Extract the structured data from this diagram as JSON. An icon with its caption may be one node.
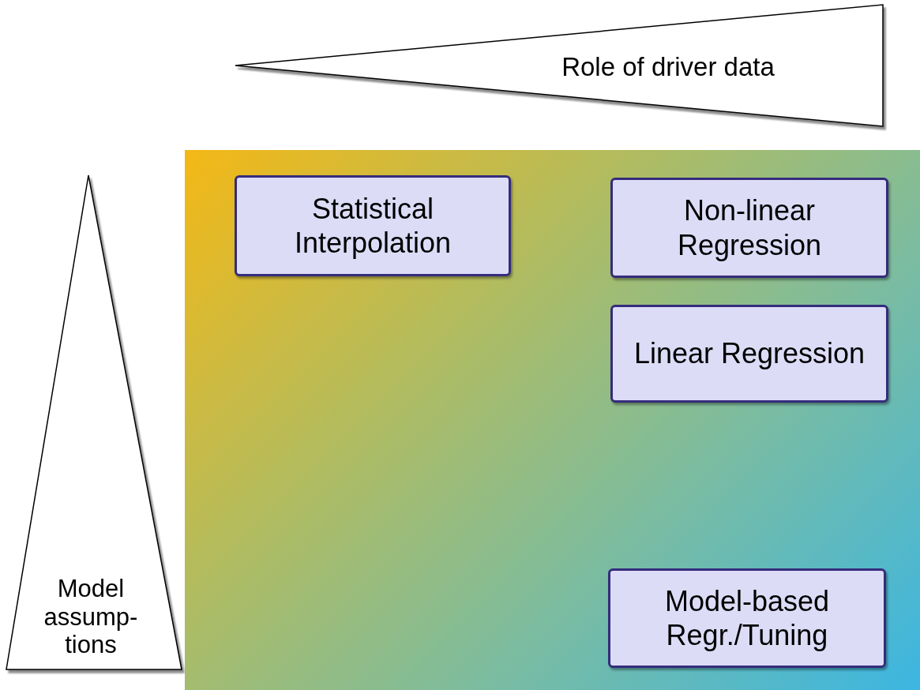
{
  "diagram": {
    "nodes": [
      {
        "text": [
          "Role of driver data"
        ]
      },
      {
        "text": [
          "Model assump-tions"
        ]
      },
      {
        "text": [],
        "shape": "box"
      },
      {
        "text": [
          "Statistical Interpolation"
        ],
        "in": 2
      },
      {
        "text": [
          "Non-linear Regression"
        ],
        "in": 2
      },
      {
        "text": [
          "Linear Regression"
        ],
        "in": 2
      },
      {
        "text": [
          "Model-based Regr./Tuning"
        ],
        "in": 2
      }
    ]
  }
}
